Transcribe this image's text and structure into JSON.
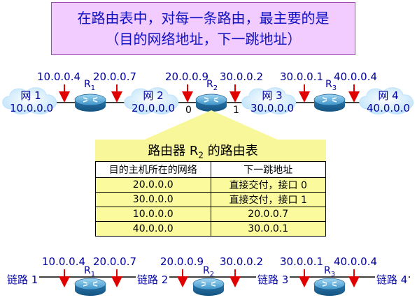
{
  "header": {
    "line1": "在路由表中，对每一条路由，最主要的是",
    "line2": "（目的网络地址，下一跳地址）"
  },
  "top_diagram": {
    "addresses": [
      "10.0.0.4",
      "20.0.0.7",
      "20.0.0.9",
      "30.0.0.2",
      "30.0.0.1",
      "40.0.0.4"
    ],
    "networks": [
      {
        "name": "网 1",
        "address": "10.0.0.0"
      },
      {
        "name": "网 2",
        "address": "20.0.0.0"
      },
      {
        "name": "网 3",
        "address": "30.0.0.0"
      },
      {
        "name": "网 4",
        "address": "40.0.0.0"
      }
    ],
    "routers": [
      {
        "name": "R",
        "sub": "1"
      },
      {
        "name": "R",
        "sub": "2"
      },
      {
        "name": "R",
        "sub": "3"
      }
    ],
    "ports": [
      "0",
      "1"
    ]
  },
  "routing_table": {
    "title_prefix": "路由器 R",
    "title_sub": "2",
    "title_suffix": " 的路由表",
    "headers": [
      "目的主机所在的网络",
      "下一跳地址"
    ],
    "rows": [
      [
        "20.0.0.0",
        "直接交付，接口 0"
      ],
      [
        "30.0.0.0",
        "直接交付，接口 1"
      ],
      [
        "10.0.0.0",
        "20.0.0.7"
      ],
      [
        "40.0.0.0",
        "30.0.0.1"
      ]
    ]
  },
  "bottom_diagram": {
    "addresses": [
      "10.0.0.4",
      "20.0.0.7",
      "20.0.0.9",
      "30.0.0.2",
      "30.0.0.1",
      "40.0.0.4"
    ],
    "links": [
      "链路 1",
      "链路 2",
      "链路 3",
      "链路 4"
    ],
    "routers": [
      {
        "name": "R",
        "sub": "1"
      },
      {
        "name": "R",
        "sub": "2"
      },
      {
        "name": "R",
        "sub": "3"
      }
    ]
  },
  "colors": {
    "title_bg": "#f2ccff",
    "title_text": "#1010c0",
    "label_text": "#0000a0",
    "arrow": "#e00000",
    "table_bg": "#fbfb9e",
    "callout": "#f8f89a",
    "cloud": "#d7efff"
  }
}
